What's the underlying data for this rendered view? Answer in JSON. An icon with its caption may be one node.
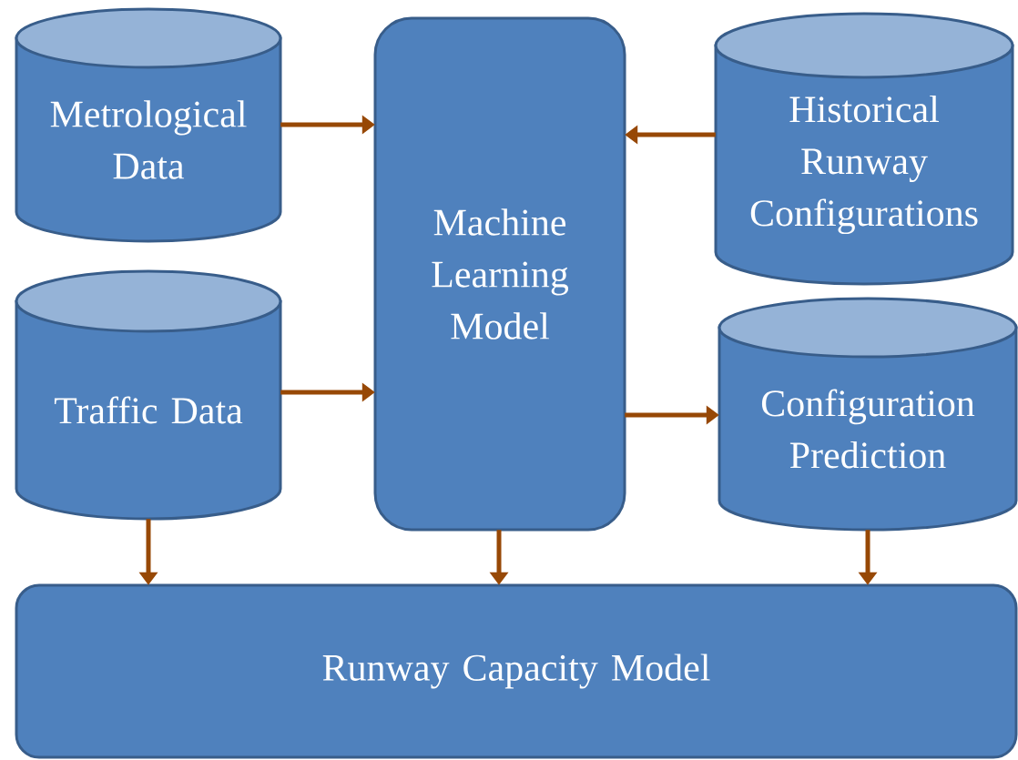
{
  "diagram": {
    "nodes": [
      {
        "text": [
          "Metrological Data"
        ]
      },
      {
        "text": [
          "Traffic Data"
        ]
      },
      {
        "text": [
          "Machine Learning Model"
        ]
      },
      {
        "text": [
          "Historical Runway Configurations"
        ]
      },
      {
        "text": [
          "Configuration Prediction"
        ]
      },
      {
        "text": [
          "Runway Capacity Model"
        ]
      }
    ],
    "edges": [
      {
        "from": 0,
        "to": 2,
        "arrow": "to"
      },
      {
        "from": 3,
        "to": 2,
        "arrow": "to"
      },
      {
        "from": 1,
        "to": 2,
        "arrow": "to"
      },
      {
        "from": 2,
        "to": 4,
        "arrow": "to"
      },
      {
        "from": 1,
        "to": 5,
        "arrow": "to"
      },
      {
        "from": 2,
        "to": 5,
        "arrow": "to"
      },
      {
        "from": 4,
        "to": 5,
        "arrow": "to"
      }
    ]
  }
}
